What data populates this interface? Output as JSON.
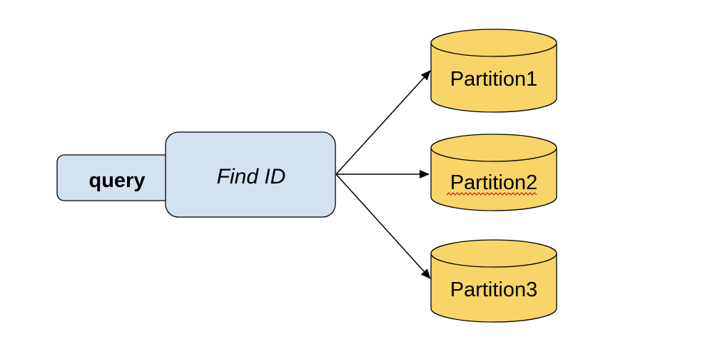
{
  "query_box": {
    "label": "query",
    "fill": "#d4e1ef"
  },
  "find_box": {
    "label": "Find ID",
    "fill": "#d4e1ef"
  },
  "partitions": [
    {
      "label": "Partition1",
      "spellcheck_underline": false
    },
    {
      "label": "Partition2",
      "spellcheck_underline": true
    },
    {
      "label": "Partition3",
      "spellcheck_underline": false
    }
  ],
  "colors": {
    "box_fill": "#d4e1ef",
    "box_stroke": "#000000",
    "cylinder_fill": "#f8d568",
    "cylinder_stroke": "#000000",
    "arrow": "#000000",
    "spellcheck": "#cc0000"
  }
}
